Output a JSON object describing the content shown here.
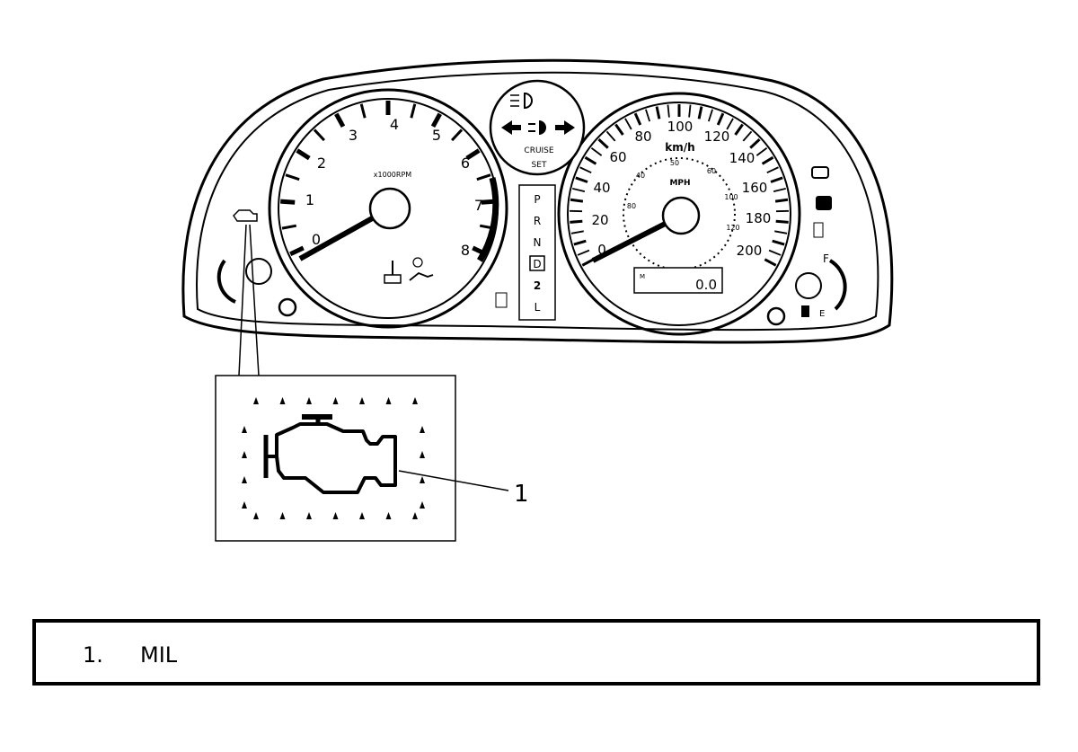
{
  "tachometer": {
    "ticks": [
      "0",
      "1",
      "2",
      "3",
      "4",
      "5",
      "6",
      "7",
      "8"
    ],
    "unit": "x1000RPM"
  },
  "speedometer": {
    "kmh_ticks": [
      "0",
      "20",
      "40",
      "60",
      "80",
      "100",
      "120",
      "140",
      "160",
      "180",
      "200"
    ],
    "kmh_unit": "km/h",
    "mph_ticks": [
      "40",
      "50",
      "60",
      "80",
      "100",
      "120"
    ],
    "mph_unit": "MPH",
    "odometer": "0.0",
    "odometer_prefix": "M"
  },
  "center_panel": {
    "cruise": "CRUISE",
    "set": "SET",
    "gears": [
      "P",
      "R",
      "N",
      "D",
      "2",
      "L"
    ]
  },
  "fuel_gauge": {
    "full": "F",
    "empty": "E"
  },
  "callout": {
    "number": "1"
  },
  "legend": {
    "items": [
      {
        "number": "1.",
        "label": "MIL"
      }
    ]
  }
}
